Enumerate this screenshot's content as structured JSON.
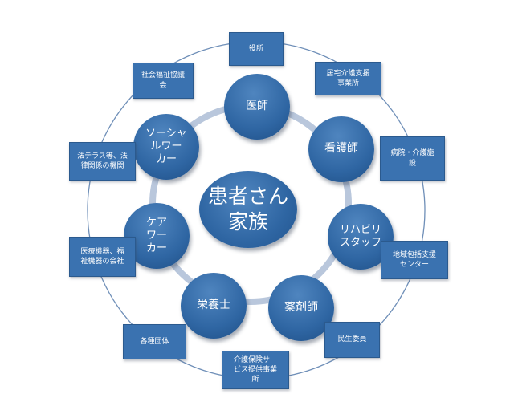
{
  "center": {
    "label": "患者さん\n家族"
  },
  "inner_nodes": [
    {
      "id": "doctor",
      "label": "医師"
    },
    {
      "id": "nurse",
      "label": "看護師"
    },
    {
      "id": "rehab",
      "label": "リハビリ\nスタッフ"
    },
    {
      "id": "pharmacist",
      "label": "薬剤師"
    },
    {
      "id": "dietitian",
      "label": "栄養士"
    },
    {
      "id": "care-worker",
      "label": "ケア\nワー\nカー"
    },
    {
      "id": "social-worker",
      "label": "ソーシャ\nルワー\nカー"
    }
  ],
  "outer_boxes": [
    {
      "id": "city-office",
      "label": "役所"
    },
    {
      "id": "home-care-office",
      "label": "居宅介護支援\n事業所"
    },
    {
      "id": "hospital-facility",
      "label": "病院・介護施\n設"
    },
    {
      "id": "regional-center",
      "label": "地域包括支援\nセンター"
    },
    {
      "id": "welfare-commissioner",
      "label": "民生委員"
    },
    {
      "id": "care-service-provider",
      "label": "介護保険サー\nビス提供事業\n所"
    },
    {
      "id": "various-groups",
      "label": "各種団体"
    },
    {
      "id": "medical-equipment",
      "label": "医療機器、福\n祉機器の会社"
    },
    {
      "id": "legal",
      "label": "法テラス等、法\n律関係の機関"
    },
    {
      "id": "social-welfare-council",
      "label": "社会福祉協議\n会"
    }
  ],
  "colors": {
    "node_fill": "#2f66a3",
    "box_fill": "#3a72b0",
    "inner_ring": "#b9c7dc",
    "outer_ring": "#6f8fb8",
    "text": "#ffffff"
  }
}
